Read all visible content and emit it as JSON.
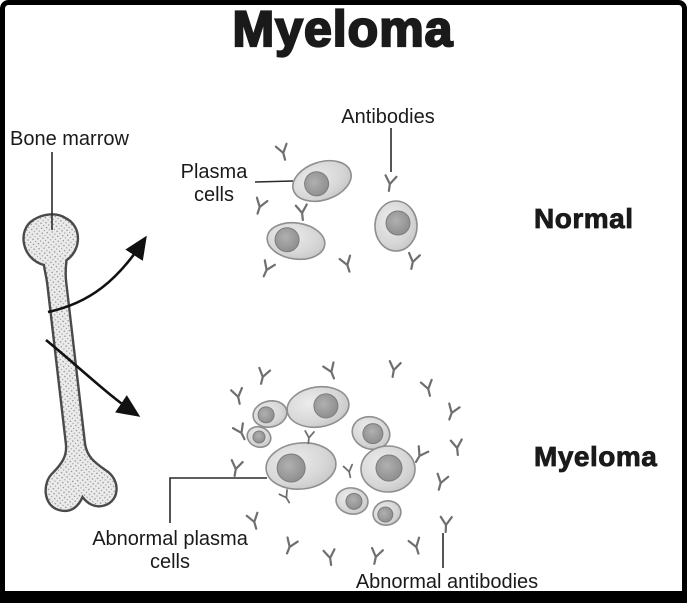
{
  "title": "Myeloma",
  "panel_labels": {
    "normal": "Normal",
    "myeloma": "Myeloma"
  },
  "annotations": {
    "bone_marrow": "Bone marrow",
    "plasma_cells": {
      "line1": "Plasma",
      "line2": "cells"
    },
    "antibodies": "Antibodies",
    "abnormal_plasma_cells": {
      "line1": "Abnormal plasma",
      "line2": "cells"
    },
    "abnormal_antibodies": "Abnormal antibodies"
  },
  "icons": {
    "antibody": "Y-shaped antibody glyph",
    "bone": "long bone with stippled marrow",
    "plasma_cell": "oval cell with gray nucleus"
  },
  "colors": {
    "background": "#ffffff",
    "frame_border": "#000000",
    "text": "#1a1a1a",
    "bone_fill": "#ebebeb",
    "bone_outline": "#4a4a4a",
    "marrow_stipple": "#8f8f8f",
    "cell_fill": "#d9d9d9",
    "cell_outline": "#8f8f8f",
    "nucleus_fill": "#939393",
    "antibody": "#6f6f6f",
    "arrow": "#111111"
  }
}
